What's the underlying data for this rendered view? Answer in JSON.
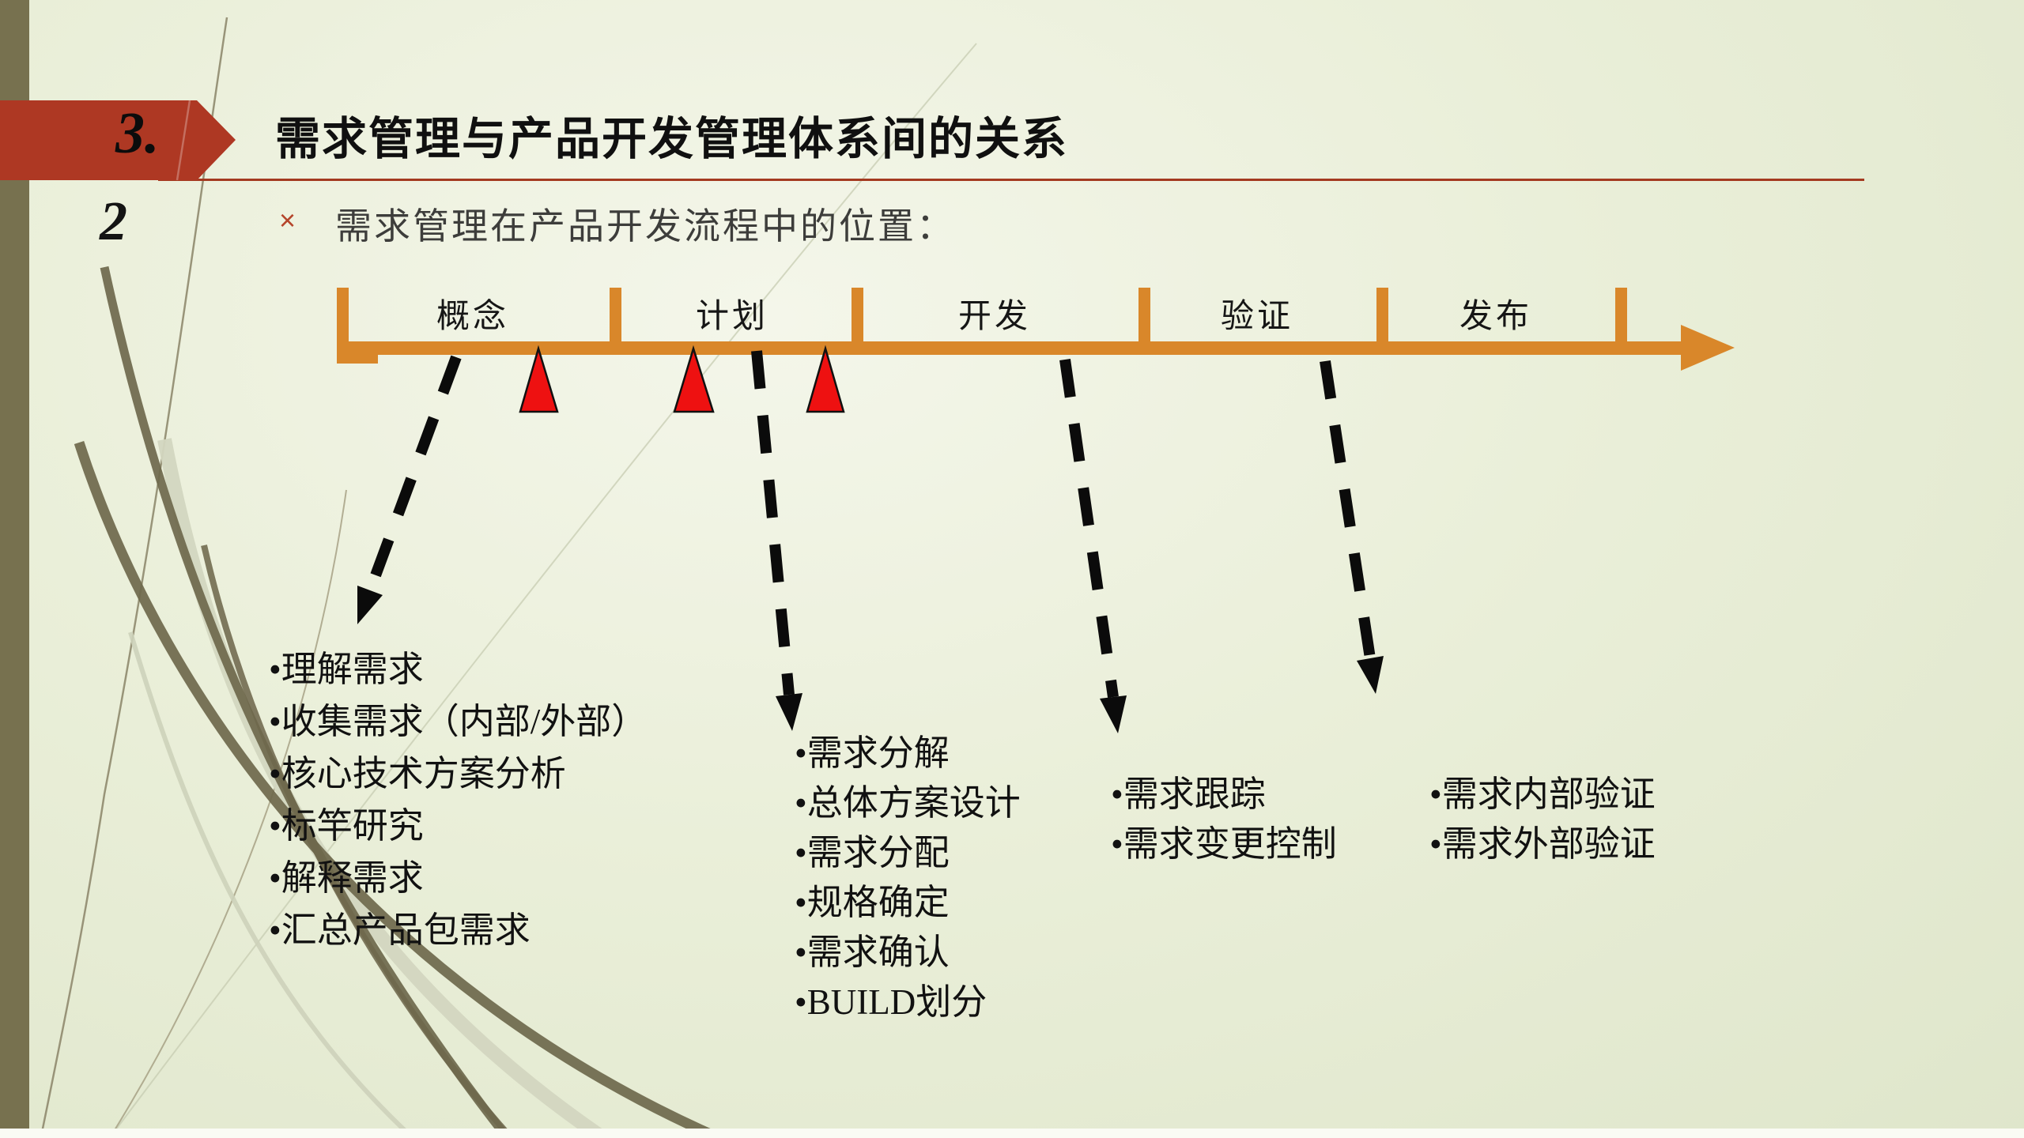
{
  "slide": {
    "section_number": "3.",
    "page_number": "2",
    "title": "需求管理与产品开发管理体系间的关系",
    "bullet": {
      "marker": "×",
      "text": "需求管理在产品开发流程中的位置："
    }
  },
  "timeline": {
    "stages": [
      {
        "label": "概念"
      },
      {
        "label": "计划"
      },
      {
        "label": "开发"
      },
      {
        "label": "验证"
      },
      {
        "label": "发布"
      }
    ],
    "milestone_triangle_count": 3
  },
  "lists": {
    "concept": {
      "items": [
        "•理解需求",
        "•收集需求（内部/外部）",
        "•核心技术方案分析",
        "•标竿研究",
        "•解释需求",
        "•汇总产品包需求"
      ]
    },
    "plan": {
      "items": [
        "•需求分解",
        "•总体方案设计",
        "•需求分配",
        "•规格确定",
        "•需求确认",
        "•BUILD划分"
      ]
    },
    "develop": {
      "items": [
        "•需求跟踪",
        "•需求变更控制"
      ]
    },
    "verify": {
      "items": [
        "•需求内部验证",
        "•需求外部验证"
      ]
    }
  },
  "colors": {
    "banner_red": "#AE3823",
    "underline_red": "#A43A20",
    "timeline_orange": "#D9872A",
    "triangle_red": "#EE1111",
    "sidebar_olive": "#77714F",
    "arrow_black": "#0B0B0B",
    "bullet_x_red": "#B5452B"
  }
}
